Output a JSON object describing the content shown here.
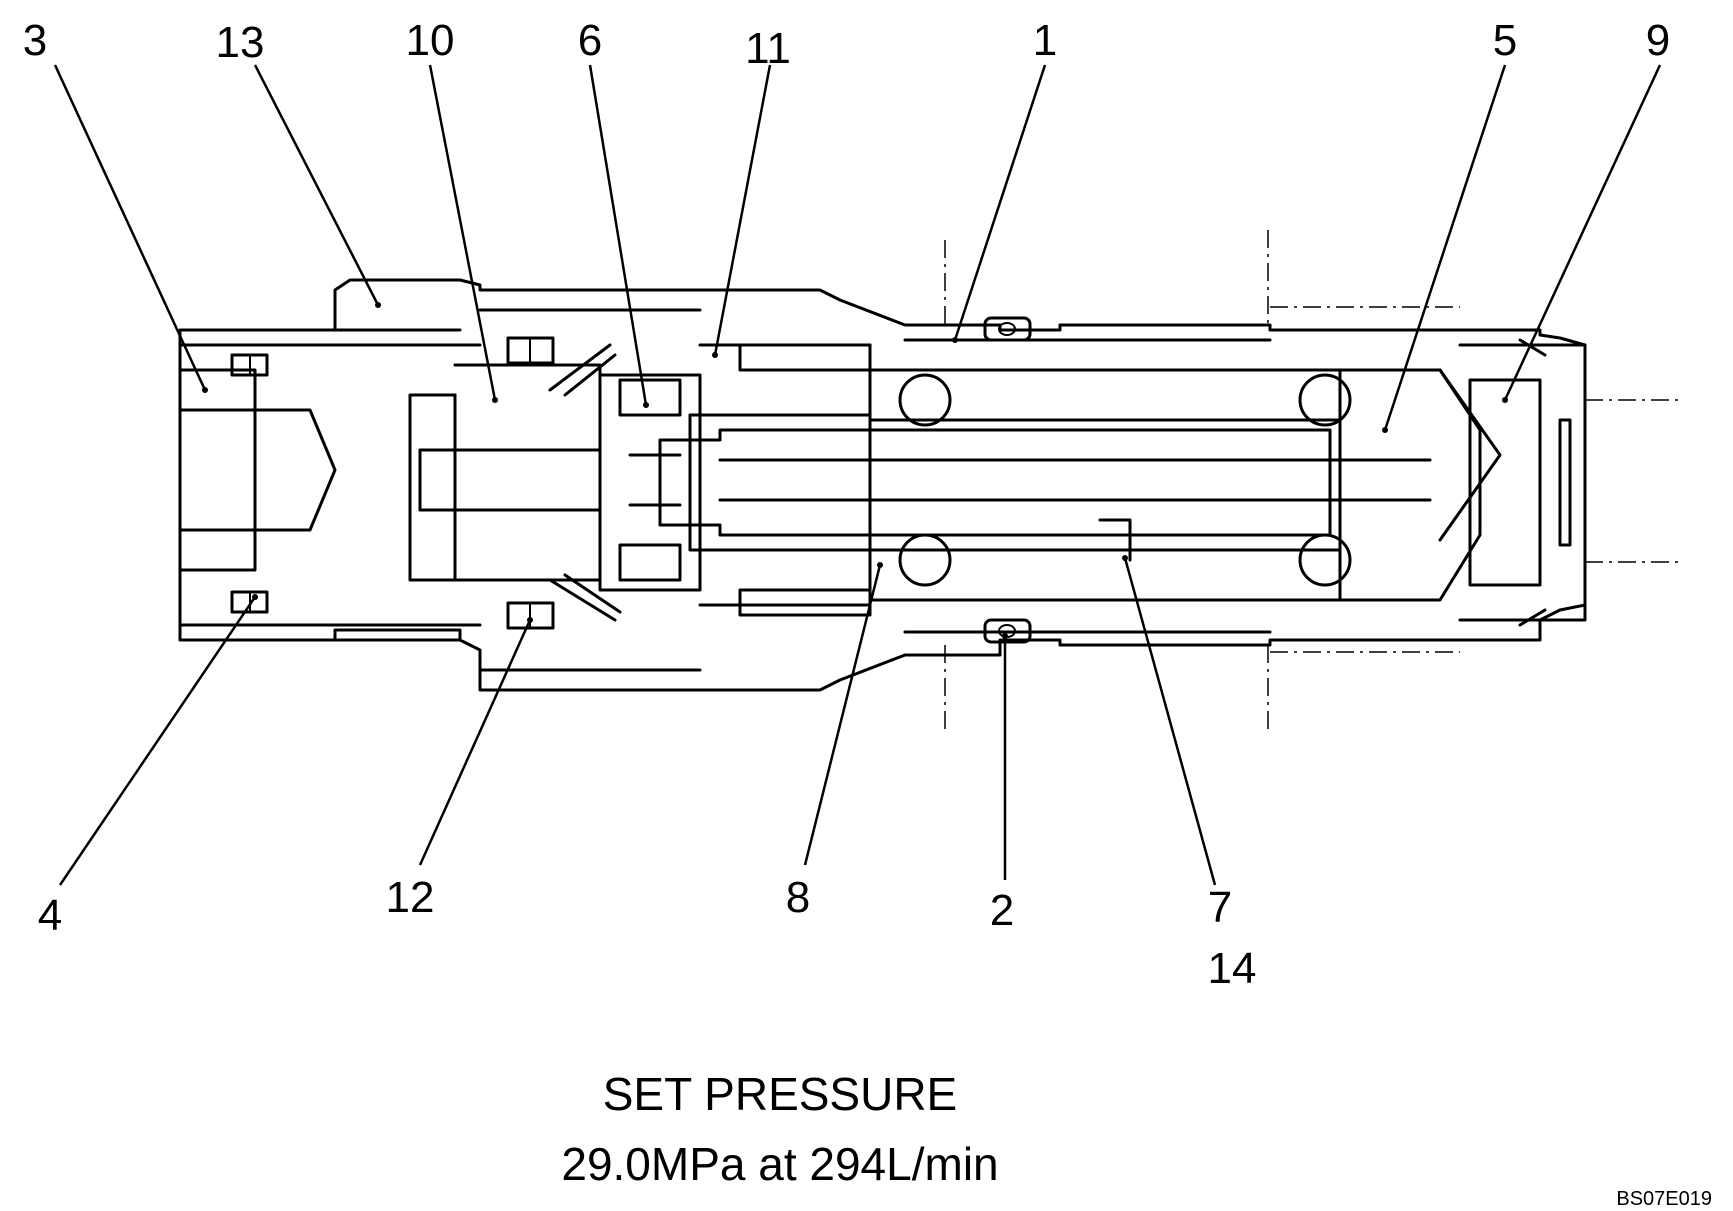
{
  "callouts": {
    "c1": "1",
    "c2": "2",
    "c3": "3",
    "c4": "4",
    "c5": "5",
    "c6": "6",
    "c7": "7",
    "c8": "8",
    "c9": "9",
    "c10": "10",
    "c11": "11",
    "c12": "12",
    "c13": "13",
    "c14": "14"
  },
  "caption": {
    "line1": "SET PRESSURE",
    "line2": "29.0MPa at 294L/min"
  },
  "drawing_code": "BS07E019"
}
